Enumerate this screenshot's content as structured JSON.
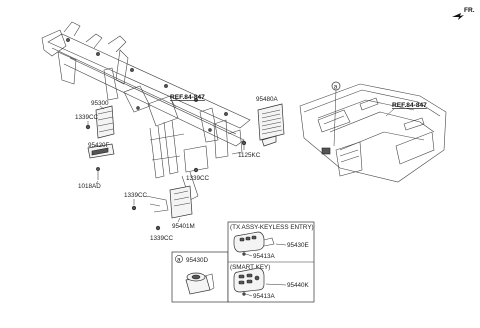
{
  "orientation": "FR.",
  "references": {
    "ref_crossmember": "REF.84-847",
    "ref_dashboard": "REF.84-847"
  },
  "callout_marker": "a",
  "parts": {
    "p95300": "95300",
    "p1339cc_top": "1339CC",
    "p95420f": "95420F",
    "p1018ad": "1018AD",
    "p95480a": "95480A",
    "p1125kc": "1125KC",
    "p1339cc_mid": "1339CC",
    "p1339cc_left": "1339CC",
    "p95401m": "95401M",
    "p1339cc_bottom": "1339CC",
    "p95430d": "95430D"
  },
  "key_box": {
    "title": "(TX ASSY-KEYLESS ENTRY)",
    "p95430e": "95430E",
    "p95413a_1": "95413A",
    "subtitle": "(SMART KEY)",
    "p95440k": "95440K",
    "p95413a_2": "95413A"
  }
}
